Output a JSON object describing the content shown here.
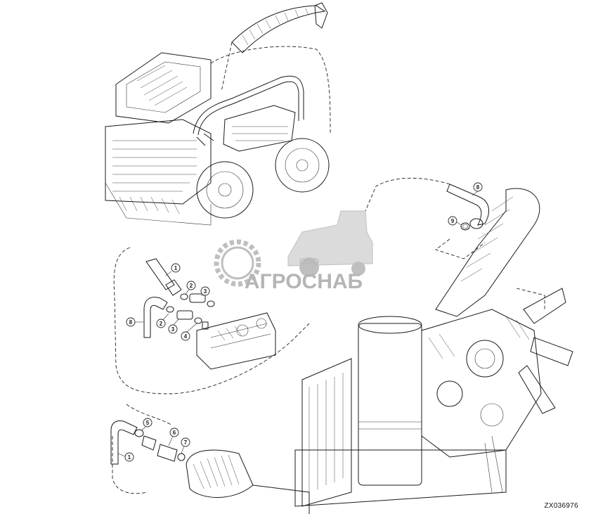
{
  "figure": {
    "id": "ZX036976"
  },
  "watermark": {
    "company_prefix": "ООО",
    "company_name": "АГРОСНАБ",
    "color": "#8c8c8c"
  },
  "callouts": {
    "top_hose": "8",
    "top_oring": "9",
    "mid_1": "1",
    "mid_2a": "2",
    "mid_3a": "3",
    "mid_8": "8",
    "mid_2b": "2",
    "mid_3b": "3",
    "mid_4": "4",
    "low_5": "5",
    "low_6": "6",
    "low_7": "7",
    "low_1": "1"
  },
  "colors": {
    "ink": "#1a1a1a",
    "paper": "#ffffff"
  }
}
